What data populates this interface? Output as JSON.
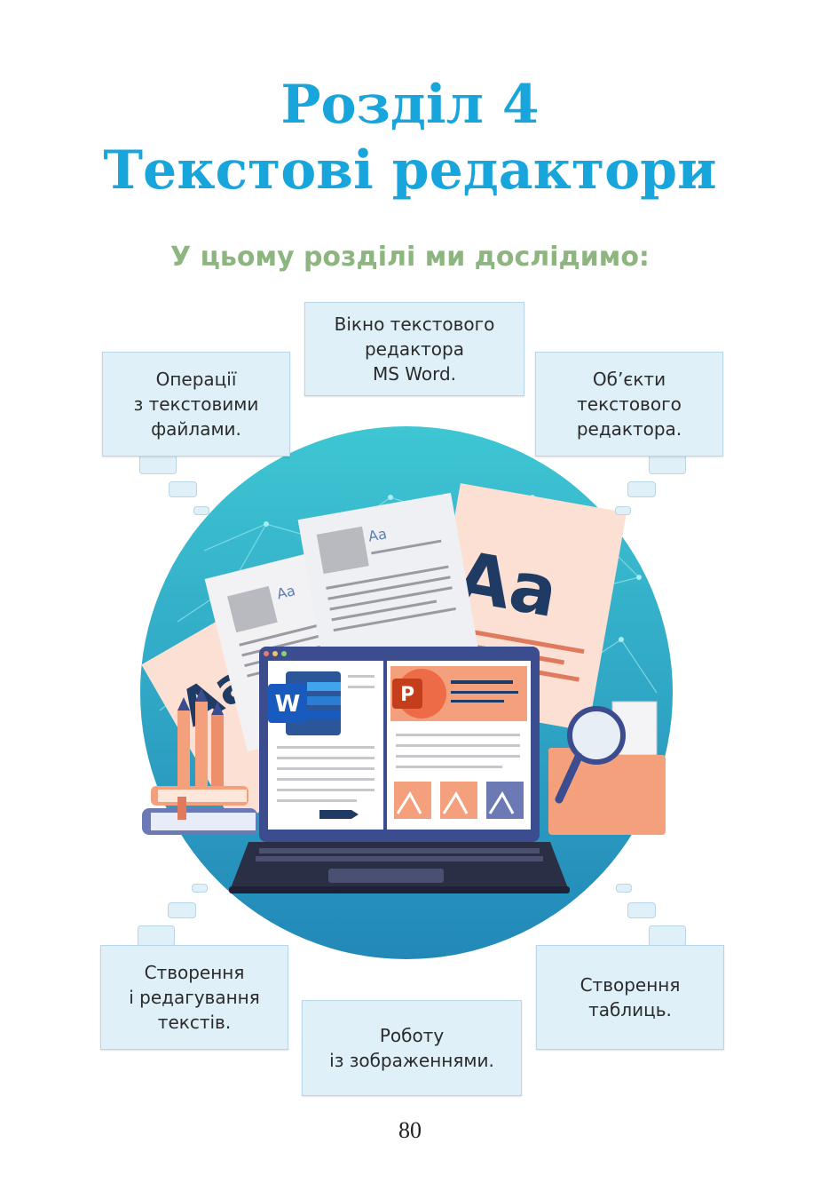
{
  "heading": {
    "line1": "Розділ 4",
    "line2": "Текстові редактори"
  },
  "subtitle": "У цьому розділі ми дослідимо:",
  "topics": {
    "window": "Вікно текстового\nредактора\nMS Word.",
    "operations": "Операції\nз текстовими\nфайлами.",
    "objects": "Об’єкти\nтекстового\nредактора.",
    "create_edit": "Створення\nі редагування\nтекстів.",
    "images": "Роботу\nіз зображеннями.",
    "tables": "Створення\nтаблиць."
  },
  "illustration": {
    "paper_text_large": "Aa",
    "paper_text_small": "Aa",
    "word_icon_letter": "W",
    "powerpoint_icon_letter": "P"
  },
  "colors": {
    "title": "#17a5dc",
    "subtitle": "#8db57f",
    "box_fill": "#dff0f9",
    "circle": "#2bb5cf",
    "word_blue": "#2b579a",
    "powerpoint_orange": "#d24726",
    "salmon": "#f4a07c"
  },
  "page_number": "80"
}
